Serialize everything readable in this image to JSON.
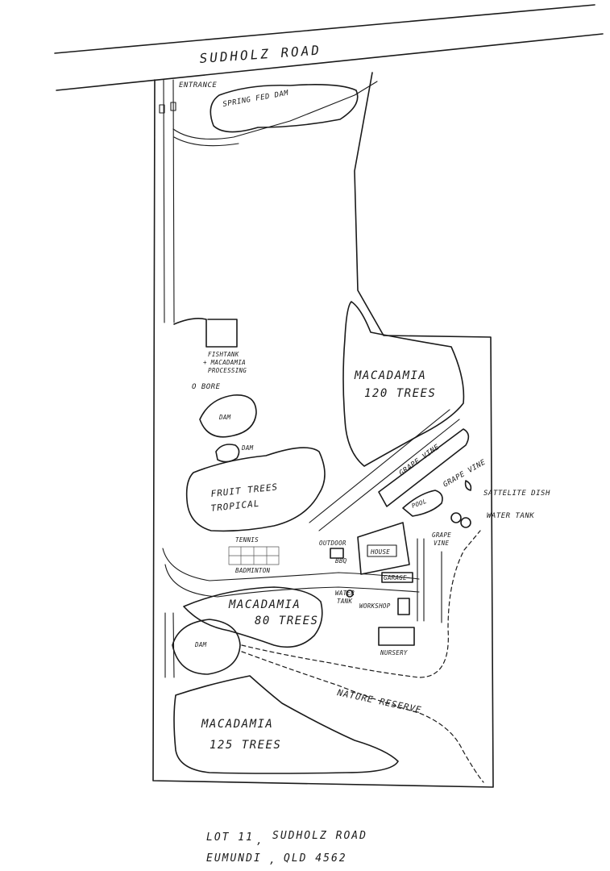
{
  "road": {
    "name": "SUDHOLZ ROAD"
  },
  "labels": {
    "entrance": "ENTRANCE",
    "spring_dam": "SPRING FED DAM",
    "fishtank_1": "FISHTANK",
    "fishtank_2": "+ MACADAMIA",
    "fishtank_3": "PROCESSING",
    "bore": "O BORE",
    "dam_1": "DAM",
    "dam_2": "DAM",
    "dam_3": "DAM",
    "fruit_1": "FRUIT TREES",
    "fruit_2": "TROPICAL",
    "mac120_1": "MACADAMIA",
    "mac120_2": "120 TREES",
    "mac80_1": "MACADAMIA",
    "mac80_2": "80 TREES",
    "mac125_1": "MACADAMIA",
    "mac125_2": "125 TREES",
    "grapevine_1": "GRAPE VINE",
    "grapevine_2": "GRAPE VINE",
    "grapevine_3a": "GRAPE",
    "grapevine_3b": "VINE",
    "pool": "POOL",
    "satellite": "SATTELITE DISH",
    "water_tank_main": "WATER TANK",
    "tennis": "TENNIS",
    "badminton": "BADMINTON",
    "outdoor": "OUTDOOR",
    "bbq": "BBQ",
    "house": "HOUSE",
    "garage": "GARAGE",
    "water_tank_1": "WATER",
    "water_tank_2": "TANK",
    "workshop": "WORKSHOP",
    "nursery": "NURSERY",
    "nature_reserve": "NATURE RESERVE"
  },
  "footer": {
    "line1_lot": "LOT 11",
    "line1_sep": ",",
    "line1_road": "SUDHOLZ ROAD",
    "line2_town": "EUMUNDI",
    "line2_sep": ",",
    "line2_state": "QLD 4562"
  }
}
